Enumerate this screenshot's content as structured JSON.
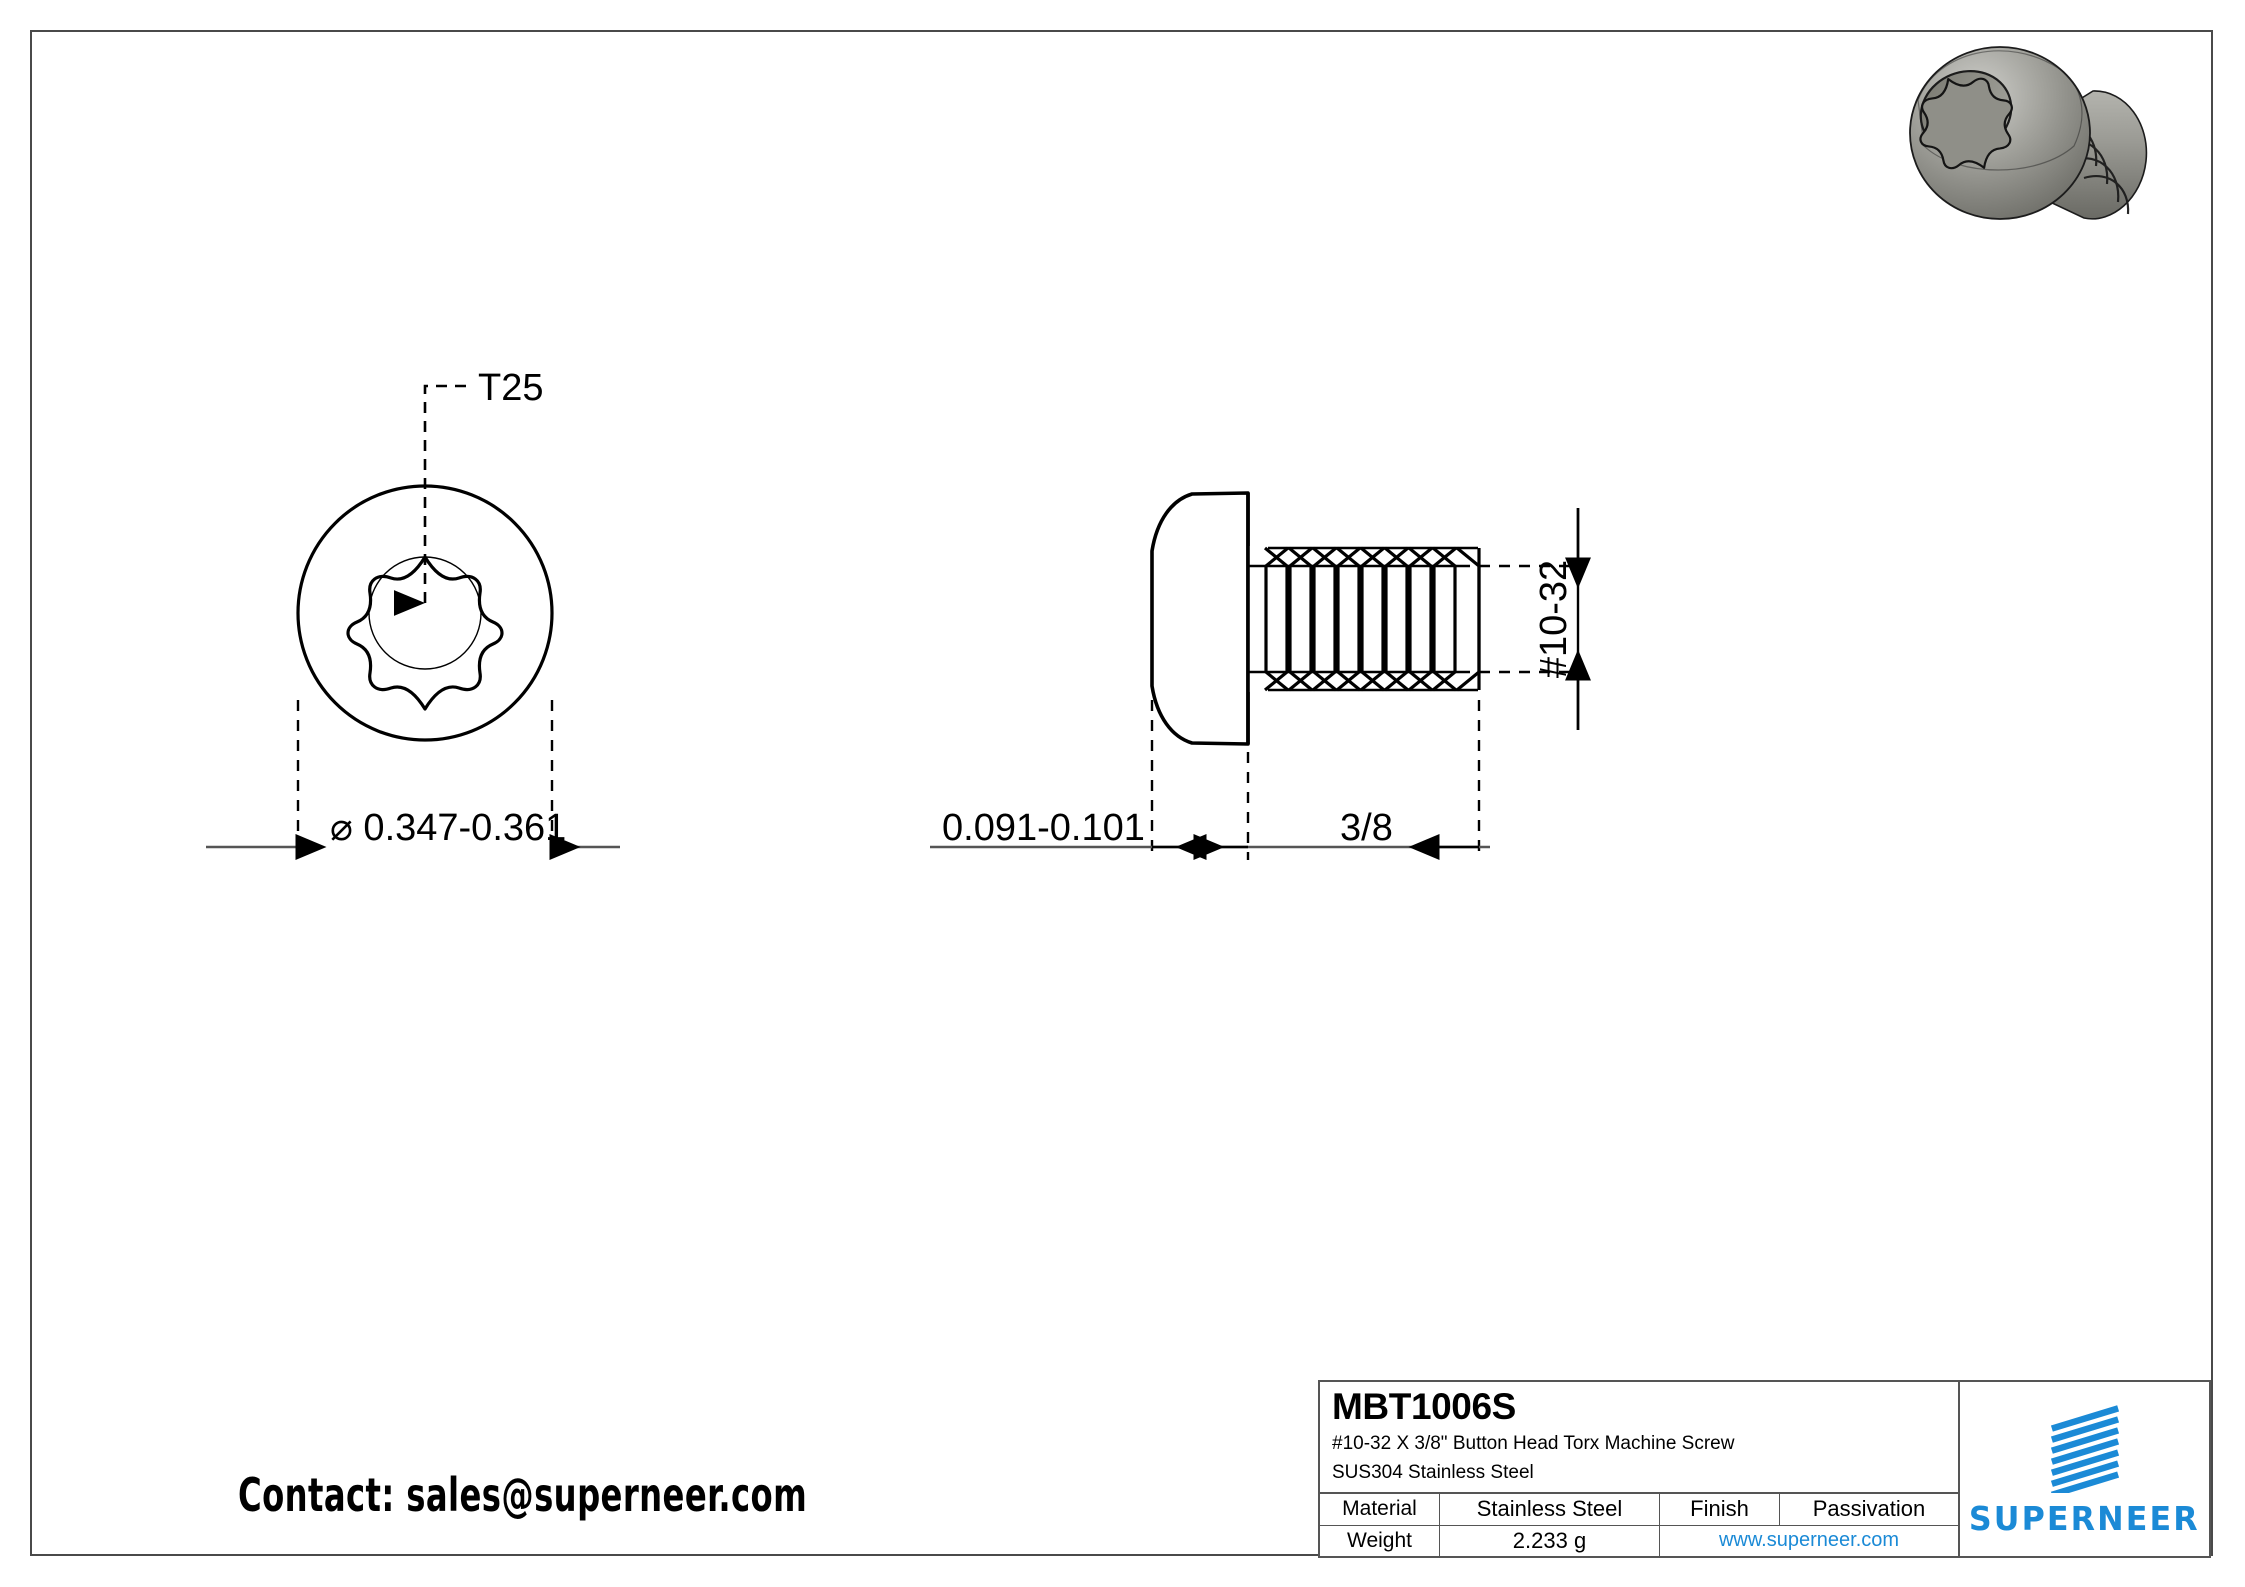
{
  "sheet": {
    "contact_text": "Contact: sales@superneer.com"
  },
  "top_view": {
    "drive_callout": "T25",
    "diameter_dim": "⌀ 0.347-0.361"
  },
  "side_view": {
    "head_height_dim": "0.091-0.101",
    "thread_length_dim": "3/8",
    "thread_size_dim": "#10-32"
  },
  "title_block": {
    "part_number": "MBT1006S",
    "description_line1": "#10-32  X  3/8\"  Button Head Torx Machine Screw",
    "description_line2": "SUS304 Stainless Steel",
    "material_label": "Material",
    "material_value": "Stainless Steel",
    "finish_label": "Finish",
    "finish_value": "Passivation",
    "weight_label": "Weight",
    "weight_value": "2.233 g",
    "website": "www.superneer.com",
    "brand_name": "SUPERNEER",
    "brand_color": "#1b8ad6"
  }
}
